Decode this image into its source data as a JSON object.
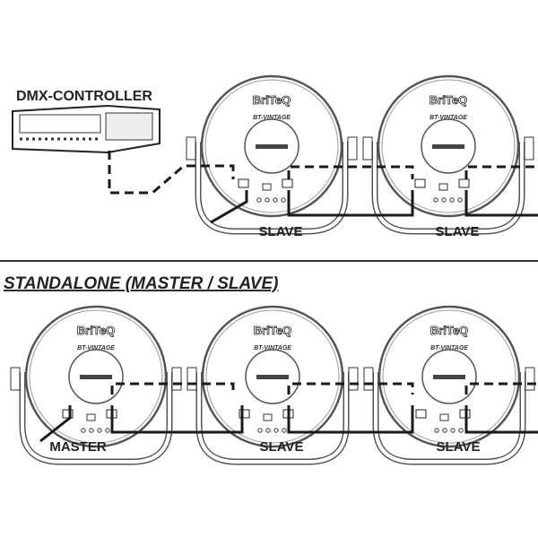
{
  "controller_label": "DMX-CONTROLLER",
  "section_title": "STANDALONE (MASTER / SLAVE)",
  "fixture": {
    "brand": "BriTeQ",
    "model": "BT-VINTAGE"
  },
  "top_row": [
    {
      "role": "SLAVE"
    },
    {
      "role": "SLAVE"
    }
  ],
  "bottom_row": [
    {
      "role": "MASTER"
    },
    {
      "role": "SLAVE"
    },
    {
      "role": "SLAVE"
    }
  ],
  "colors": {
    "line": "#1a1a1a",
    "fixture_stroke": "#555555"
  }
}
